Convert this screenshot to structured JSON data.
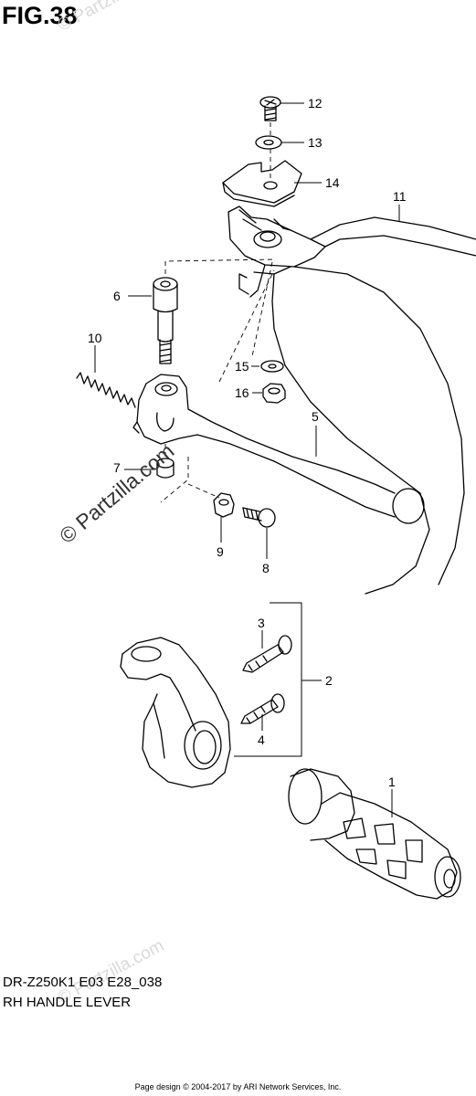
{
  "figure_label": "FIG.38",
  "watermarks": {
    "top": "© Partzilla.com",
    "middle": "© Partzilla.com",
    "bottom": "© Partzilla.com"
  },
  "callouts": {
    "c1": "1",
    "c2": "2",
    "c3": "3",
    "c4": "4",
    "c5": "5",
    "c6": "6",
    "c7": "7",
    "c8": "8",
    "c9": "9",
    "c10": "10",
    "c11": "11",
    "c12": "12",
    "c13": "13",
    "c14": "14",
    "c15": "15",
    "c16": "16"
  },
  "model_code": "DR-Z250K1 E03 E28_038",
  "caption": "RH HANDLE LEVER",
  "footer": "Page design © 2004-2017 by ARI Network Services, Inc."
}
